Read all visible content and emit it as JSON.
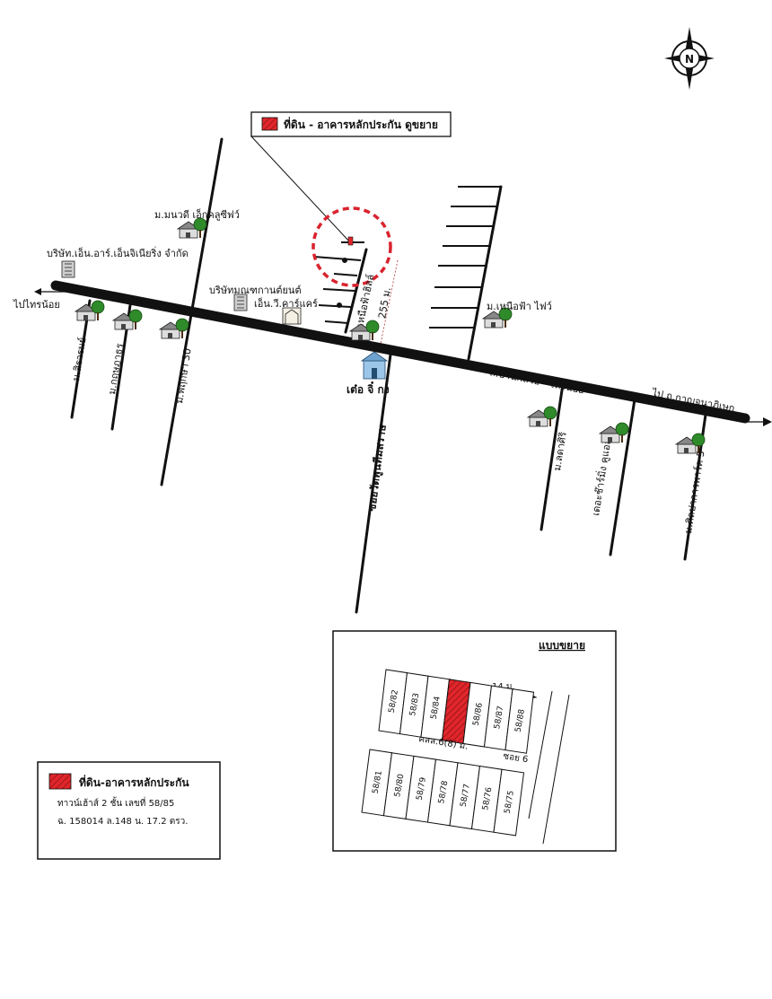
{
  "compass": {
    "letter": "N",
    "icon": "north-arrow-icon"
  },
  "callout": {
    "text": "ที่ดิน - อาคารหลักประกัน ดูขยาย",
    "swatch_color": "#e0262b"
  },
  "main_road": {
    "name": "ถ.บ้านกล้วย - ไทรน้อย",
    "left_destination": "ไปไทรน้อย",
    "right_destination": "ไป ถ.กาญจนาภิเษก"
  },
  "side_roads": {
    "mothiram": "ม.สิรารมย์",
    "mokritsada": "ม.กฤษฎาธร",
    "phruksa": "ม.พฤกษา 30",
    "soi_wat": "ซอยวัดพูนทีมสราษ",
    "nueafah_hill": "ม.เหนือฟ้าฮิลล์",
    "lada": "ม.ลดาศิริ",
    "charming": "เดอะช๊าร์มิ่ง คูแอล่ย",
    "sinpakan": "ม.ศิลปาการพาร์ค 5"
  },
  "landmarks": {
    "manawadee": "ม.มนวดี เอ็กคลูซีฟว์",
    "nr_engineering": "บริษัท.เอ็น.อาร์.เอ็นจิเนียริ่ง จำกัด",
    "manit": "บริษัทมณฑกานต์ยนต์",
    "nv_cargo": "เอ็น.วี.คาร์แคร์",
    "nueafah_five": "ม.เหนือฟ้า ไฟว์",
    "toh_jikong": "เต๋อ จิ๋ กง"
  },
  "distance_label": "255 ม.",
  "inset": {
    "title": "แบบขยาย",
    "width_label": "14 ม.",
    "lane_label": "คสล.6(8) ม.",
    "soi_label": "ซอย 6",
    "target_color": "#e0262b",
    "top_plots": [
      "58/82",
      "58/83",
      "58/84",
      "58/86",
      "58/87",
      "58/88"
    ],
    "bottom_plots": [
      "58/81",
      "58/80",
      "58/79",
      "58/78",
      "58/77",
      "58/76",
      "58/75"
    ]
  },
  "legend": {
    "title": "ที่ดิน-อาคารหลักประกัน",
    "line1": "ทาวน์เฮ้าส์ 2 ชั้น   เลขที่  58/85",
    "line2": "ฉ. 158014  ล.148   น. 17.2 ตรว.",
    "swatch_color": "#e0262b"
  }
}
